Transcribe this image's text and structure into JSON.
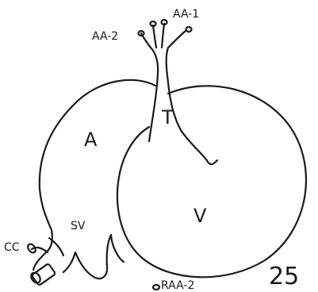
{
  "labels": {
    "aa1": "AA-1",
    "aa2": "AA-2",
    "truncus": "T",
    "atrium": "A",
    "ventricle": "V",
    "sinus_venosus": "SV",
    "common_cardinal": "CC",
    "right_aa2": "RAA-2",
    "page_number": "25"
  }
}
